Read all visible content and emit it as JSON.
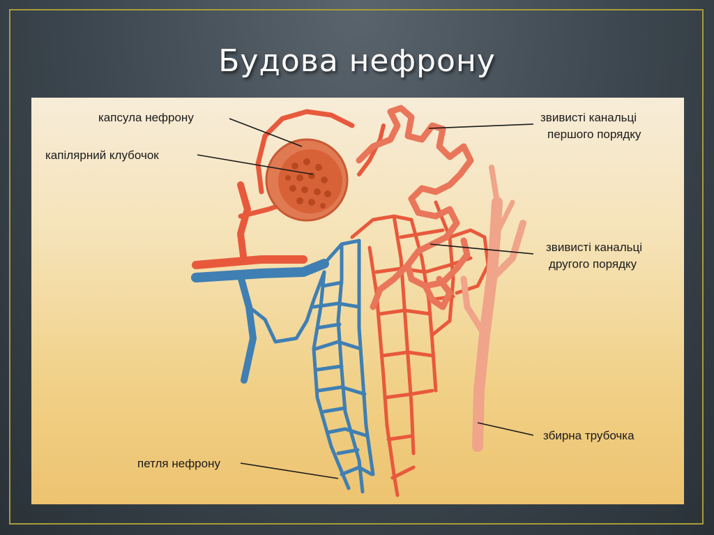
{
  "slide": {
    "title": "Будова нефрону"
  },
  "diagram": {
    "labels": {
      "capsule": "капсула нефрону",
      "glomerulus": "капілярний клубочок",
      "tubules_first_1": "звивисті канальці",
      "tubules_first_2": "першого порядку",
      "tubules_second_1": "звивисті канальці",
      "tubules_second_2": "другого порядку",
      "collecting_duct": "збирна трубочка",
      "loop": "петля нефрону"
    },
    "colors": {
      "artery": "#e8593c",
      "vein": "#3f7fb3",
      "tubule": "#e9765a",
      "glomerulus": "#d65a34",
      "duct": "#f0a48a"
    }
  }
}
